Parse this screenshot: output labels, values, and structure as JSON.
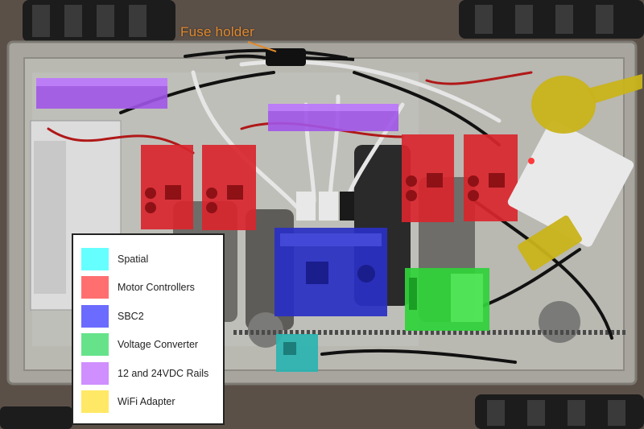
{
  "annotation": {
    "fuse_label": "Fuse holder",
    "fuse_color": "#e0892e"
  },
  "legend": {
    "items": [
      {
        "label": "Spatial",
        "color": "#66ffff"
      },
      {
        "label": "Motor Controllers",
        "color": "#ff6f6f"
      },
      {
        "label": "SBC2",
        "color": "#6b6bff"
      },
      {
        "label": "Voltage Converter",
        "color": "#66e38a"
      },
      {
        "label": "12 and 24VDC Rails",
        "color": "#cf8fff"
      },
      {
        "label": "WiFi Adapter",
        "color": "#ffe866"
      }
    ]
  },
  "colors": {
    "chassis": "#a7a59e",
    "carpet": "#5b5048",
    "motor_controller": "#d9262e",
    "sbc2": "#2a2fc4",
    "voltage_converter": "#2fd23a",
    "rails": "#a155e8",
    "wifi": "#c9b31a",
    "spatial": "#2bb4b0"
  }
}
